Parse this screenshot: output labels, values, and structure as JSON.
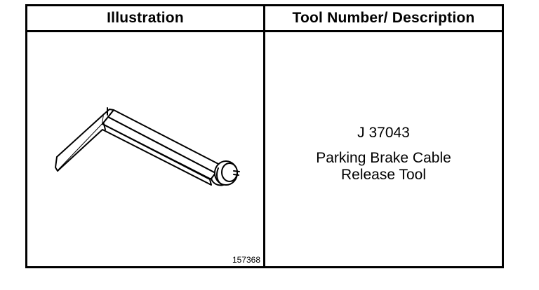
{
  "table": {
    "headers": {
      "illustration": "Illustration",
      "description": "Tool Number/ Description"
    },
    "rows": [
      {
        "figure_number": "157368",
        "tool_number": "J 37043",
        "description_lines": [
          "Parking Brake Cable",
          "Release Tool"
        ]
      }
    ]
  },
  "icons": {
    "drawing": "bent-flat-bar-tool-with-round-end"
  },
  "colors": {
    "ink": "#000000",
    "background": "#ffffff"
  }
}
